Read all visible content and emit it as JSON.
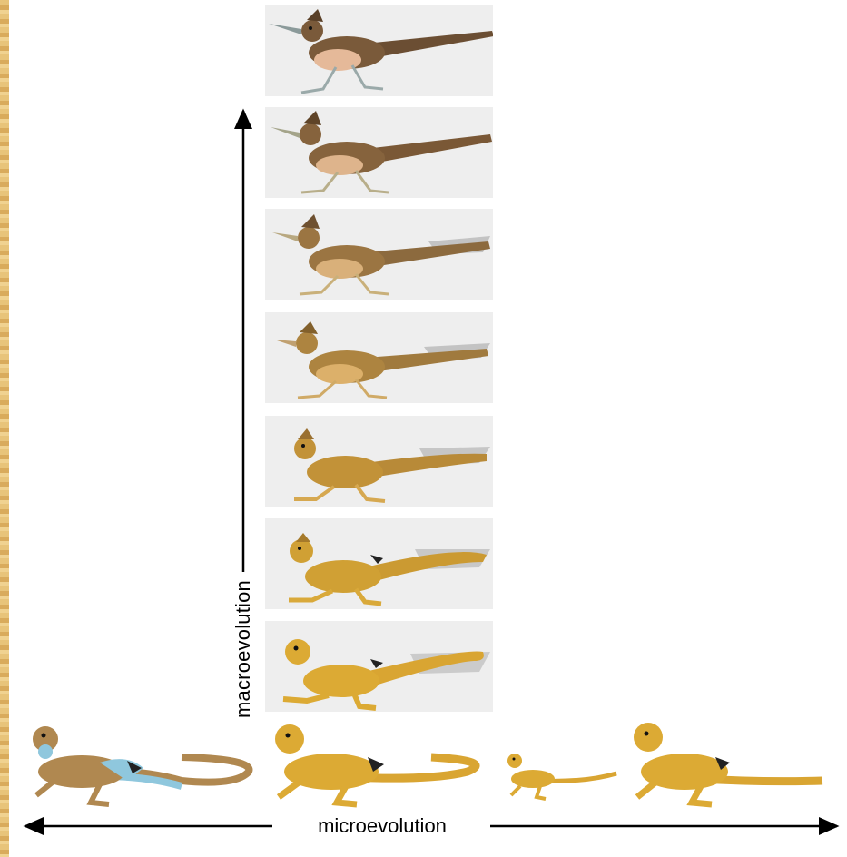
{
  "labels": {
    "vertical_axis": "macroevolution",
    "horizontal_axis": "microevolution"
  },
  "colors": {
    "panel_background": "#eeeeee",
    "lizard_yellow": "#d9a532",
    "roadrunner_brown": "#7a5a3a",
    "ancestral_lizard_brown": "#b08850",
    "ancestral_lizard_blue": "#8fc7dd",
    "arrow": "#000000"
  },
  "stages": [
    "lizard",
    "lizard-transition",
    "lizard-transition",
    "transition",
    "bird-transition",
    "bird-transition",
    "roadrunner"
  ],
  "variants": [
    "ancestral-lizard",
    "lizard",
    "small-lizard",
    "lizard"
  ]
}
